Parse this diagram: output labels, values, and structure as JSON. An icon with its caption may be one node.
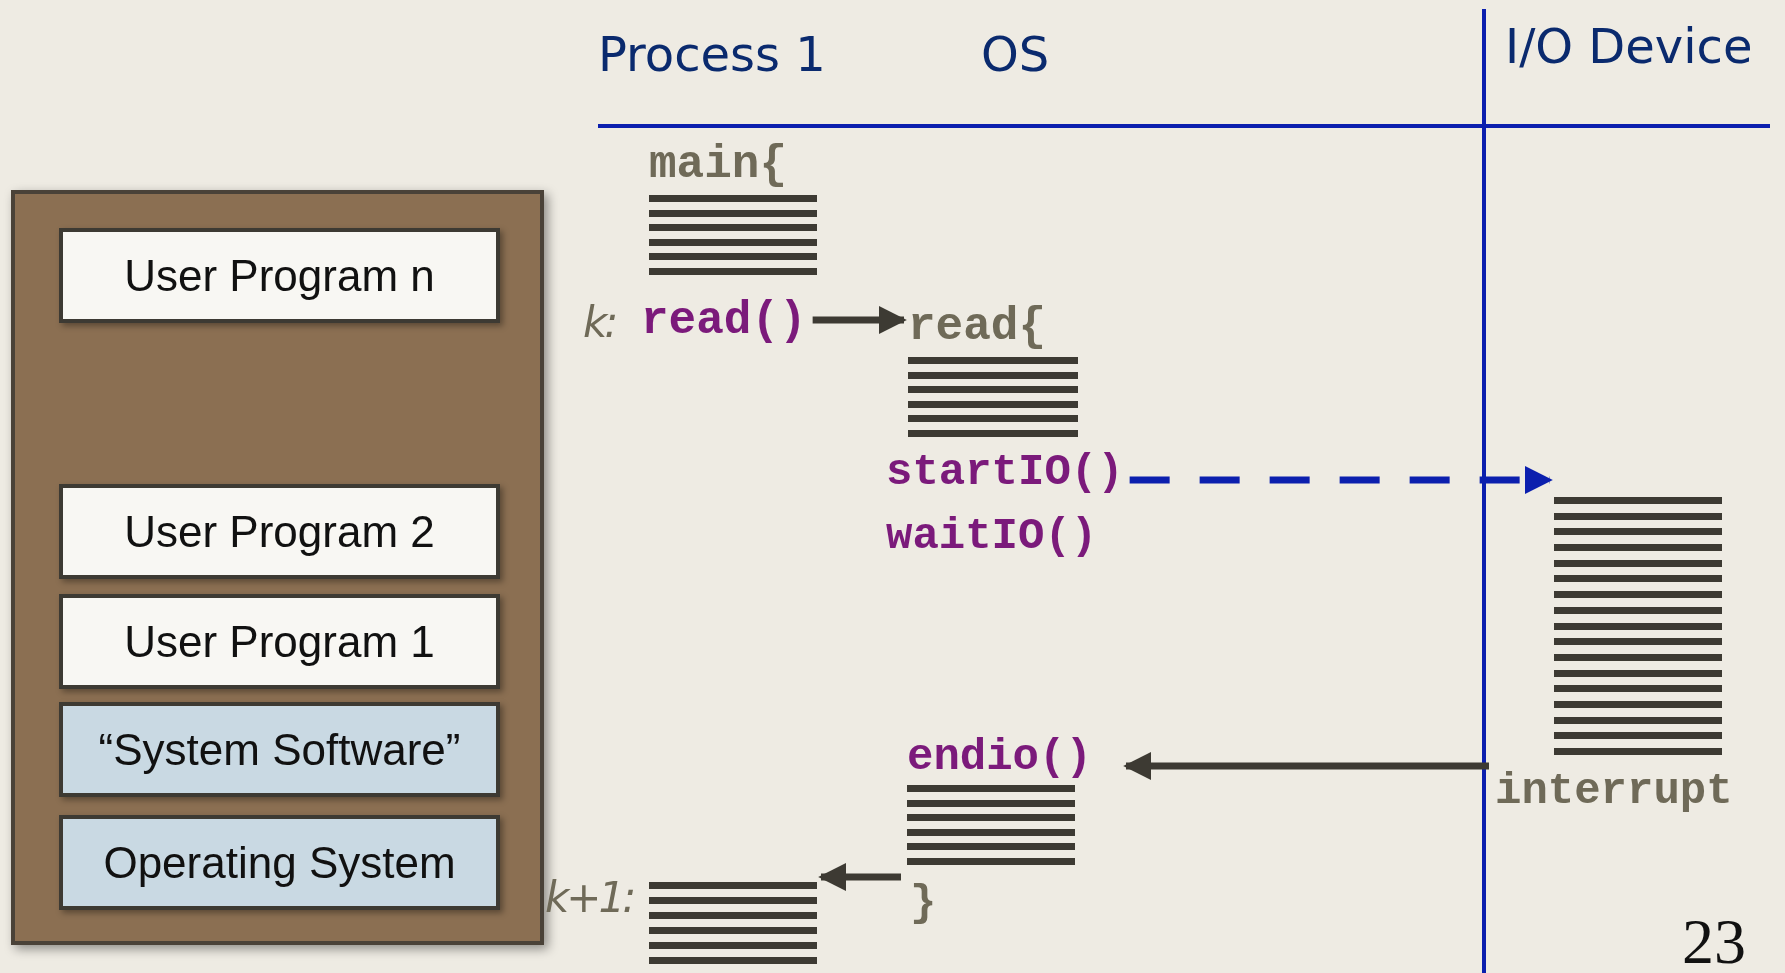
{
  "diagram": {
    "nodes": [
      {
        "text": [],
        "shape": "box"
      },
      {
        "text": [
          "User Program n"
        ],
        "in": 0
      },
      {
        "text": [
          "User Program 2"
        ],
        "in": 0
      },
      {
        "text": [
          "User Program 1"
        ],
        "in": 0
      },
      {
        "text": [
          "“System Software”"
        ],
        "in": 0
      },
      {
        "text": [
          "Operating System"
        ],
        "in": 0
      },
      {
        "text": [
          "main{"
        ]
      },
      {
        "text": [
          "read()"
        ],
        "beside": [
          "k:"
        ]
      },
      {
        "text": [
          "read{"
        ]
      },
      {
        "text": [
          "startIO()"
        ]
      },
      {
        "text": [],
        "shape": "box"
      },
      {
        "text": [
          "interrupt"
        ]
      },
      {
        "text": [
          "endio()"
        ]
      },
      {
        "text": [],
        "shape": "box",
        "beside": [
          "k+1:"
        ]
      }
    ],
    "edges": [
      {
        "from": 7,
        "to": 8,
        "arrow": "to"
      },
      {
        "from": 9,
        "to": 10,
        "arrow": "to",
        "style": "dashed",
        "color": "#0b1fae"
      },
      {
        "from": 11,
        "to": 12,
        "arrow": "to"
      },
      {
        "from": 12,
        "to": 13,
        "arrow": "to"
      }
    ],
    "labels": [
      "Process 1",
      "OS",
      "I/O Device",
      "waitIO()",
      "}",
      "23"
    ]
  }
}
